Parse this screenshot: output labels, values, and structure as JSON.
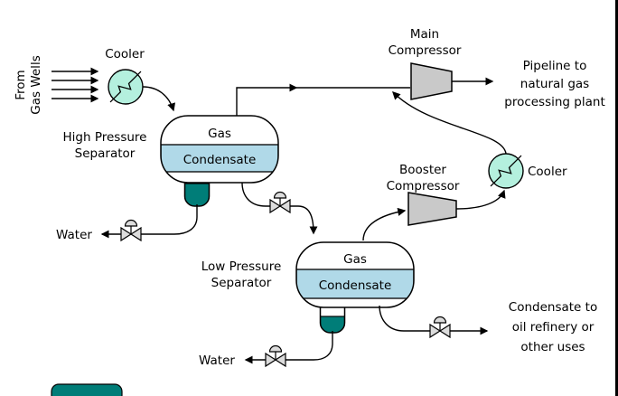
{
  "diagram": {
    "labels": {
      "source": [
        "From",
        "Gas Wells"
      ],
      "cooler1": "Cooler",
      "cooler2": "Cooler",
      "hp_separator": [
        "High Pressure",
        "Separator"
      ],
      "lp_separator": [
        "Low Pressure",
        "Separator"
      ],
      "main_compressor": [
        "Main",
        "Compressor"
      ],
      "booster_compressor": [
        "Booster",
        "Compressor"
      ],
      "hp_gas": "Gas",
      "hp_condensate": "Condensate",
      "lp_gas": "Gas",
      "lp_condensate": "Condensate",
      "water_hp": "Water",
      "water_lp": "Water",
      "pipeline": [
        "Pipeline to",
        "natural gas",
        "processing plant"
      ],
      "condensate_out": [
        "Condensate to",
        "oil refinery or",
        "other uses"
      ]
    },
    "colors": {
      "cooler_fill": "#b4f0de",
      "condensate_band": "#b0d9e8",
      "boot_liquid": "#007d78",
      "compressor_fill": "#c9c9c9",
      "valve_fill": "#dcdcdc",
      "line": "#000000",
      "background": "#ffffff"
    }
  }
}
